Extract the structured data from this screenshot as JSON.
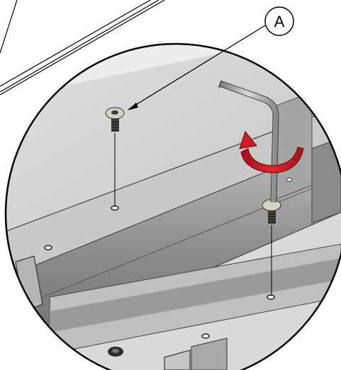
{
  "callout": {
    "label": "A"
  },
  "colors": {
    "background": "#ffffff",
    "outline": "#000000",
    "metal_light": "#d8d8d8",
    "metal_mid": "#a9a9a9",
    "metal_dark": "#6f6f6f",
    "rotation_arrow": "#d11b24",
    "screw_head": "#d6d2c4",
    "screw_thread": "#2a2a2a"
  },
  "icons": {
    "detail_view": "magnified-circle",
    "tool": "hex-key",
    "rotation": "rotation-arrow-icon",
    "fastener": "button-head-screw-icon"
  }
}
